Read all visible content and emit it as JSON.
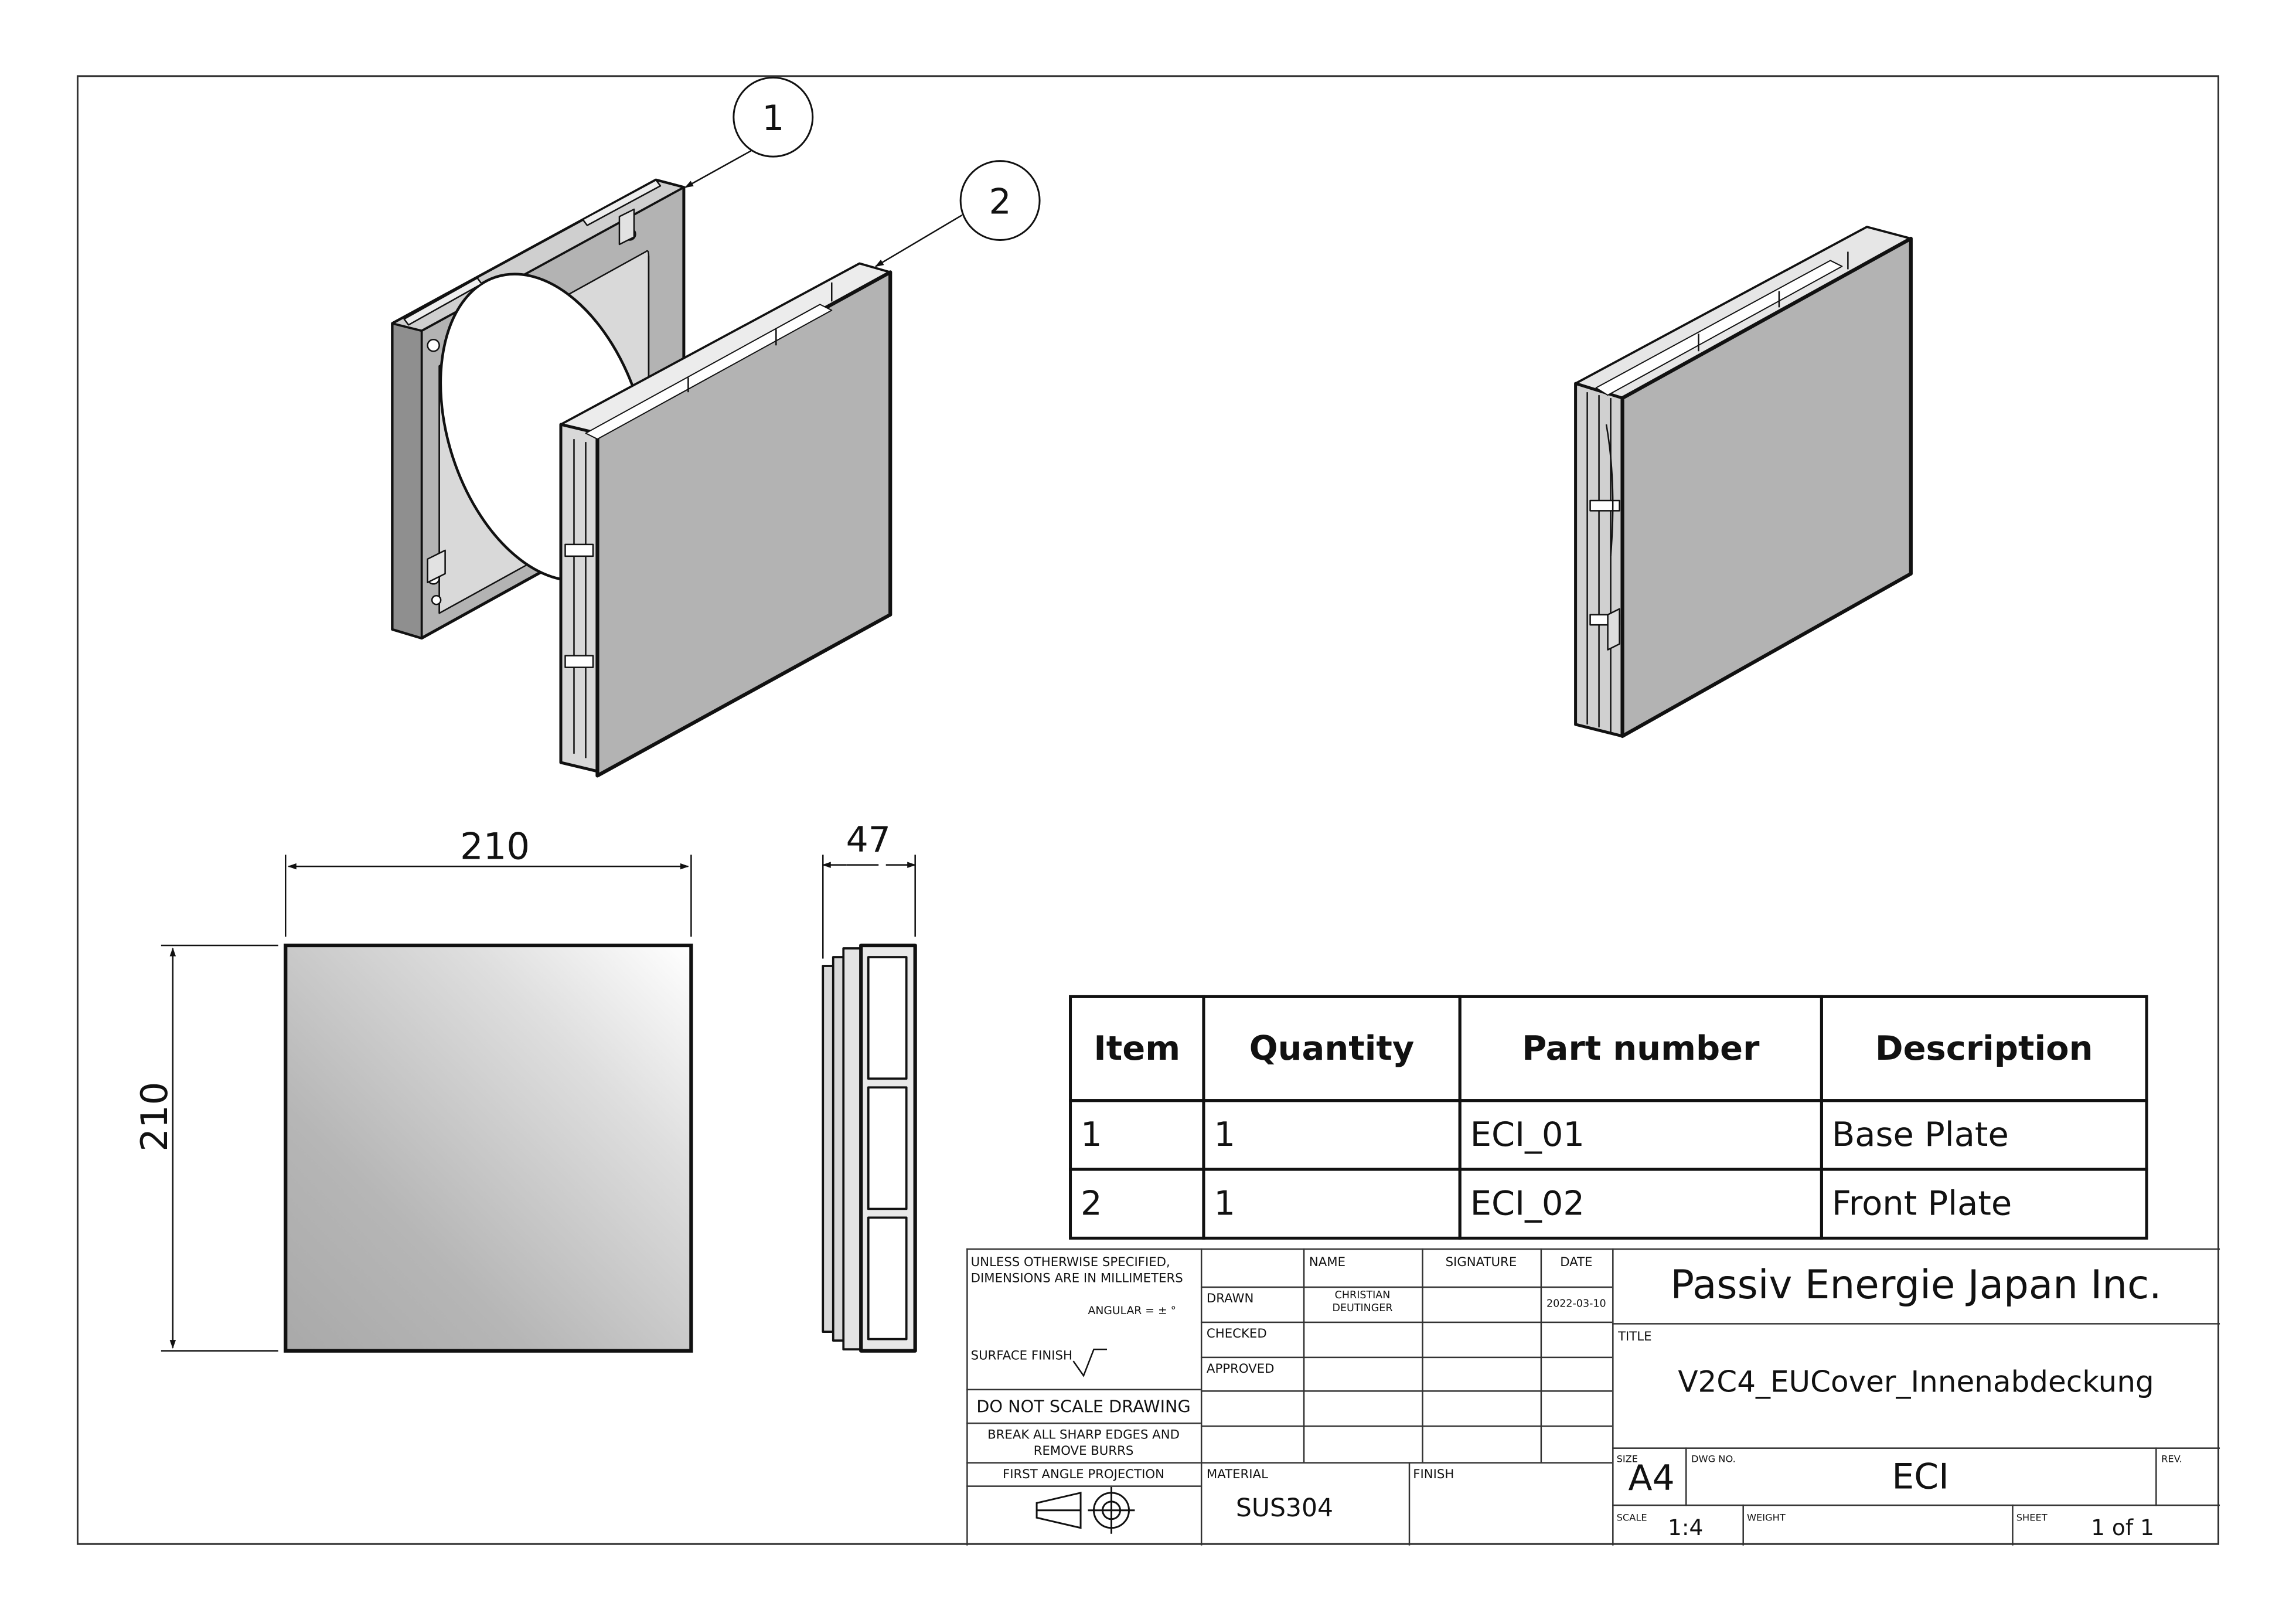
{
  "views": {
    "balloons": [
      {
        "number": "1",
        "refers_to": "ECI_01"
      },
      {
        "number": "2",
        "refers_to": "ECI_02"
      }
    ],
    "dimensions": {
      "front_width": "210",
      "front_height": "210",
      "side_depth": "47"
    }
  },
  "bom": {
    "headers": {
      "item": "Item",
      "quantity": "Quantity",
      "part_number": "Part number",
      "description": "Description"
    },
    "rows": [
      {
        "item": "1",
        "quantity": "1",
        "part_number": "ECI_01",
        "description": "Base Plate"
      },
      {
        "item": "2",
        "quantity": "1",
        "part_number": "ECI_02",
        "description": "Front Plate"
      }
    ]
  },
  "title_block": {
    "tolerance_note_1": "UNLESS OTHERWISE SPECIFIED,",
    "tolerance_note_2": "DIMENSIONS ARE IN MILLIMETERS",
    "angular": "ANGULAR = ± °",
    "surface_finish": "SURFACE FINISH",
    "do_not_scale": "DO NOT SCALE DRAWING",
    "break_edges_1": "BREAK ALL SHARP EDGES AND",
    "break_edges_2": "REMOVE BURRS",
    "projection": "FIRST ANGLE PROJECTION",
    "col_name": "NAME",
    "col_signature": "SIGNATURE",
    "col_date": "DATE",
    "drawn_label": "DRAWN",
    "drawn_name_1": "CHRISTIAN",
    "drawn_name_2": "DEUTINGER",
    "drawn_date": "2022-03-10",
    "checked_label": "CHECKED",
    "approved_label": "APPROVED",
    "material_label": "MATERIAL",
    "material_value": "SUS304",
    "finish_label": "FINISH",
    "company": "Passiv Energie Japan Inc.",
    "title_label": "TITLE",
    "title_value": "V2C4_EUCover_Innenabdeckung",
    "size_label": "SIZE",
    "size_value": "A4",
    "dwg_no_label": "DWG NO.",
    "dwg_no_value": "ECI",
    "rev_label": "REV.",
    "scale_label": "SCALE",
    "scale_value": "1:4",
    "weight_label": "WEIGHT",
    "sheet_label": "SHEET",
    "sheet_value": "1 of 1"
  },
  "colors": {
    "line": "#111111",
    "face": "#b3b3b3",
    "face_light": "#d2d2d2",
    "face_dark": "#8a8a8a",
    "paper": "#ffffff"
  }
}
